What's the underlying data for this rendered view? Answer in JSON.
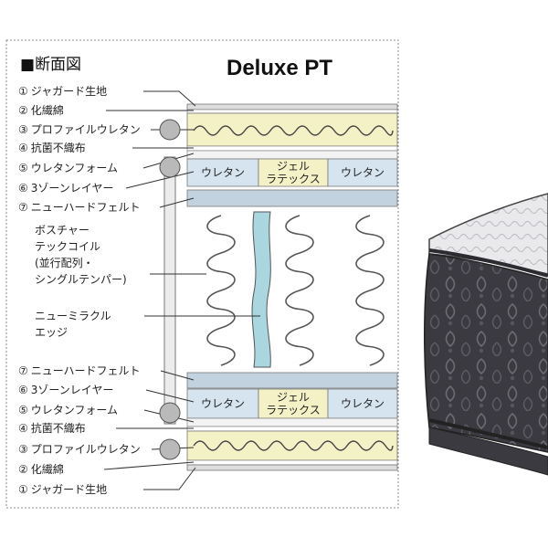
{
  "header": {
    "section_mark": "■",
    "section_title": "断面図",
    "model_name": "Deluxe PT"
  },
  "layers_top": [
    {
      "num": "①",
      "text": "ジャガード生地"
    },
    {
      "num": "②",
      "text": "化繊綿"
    },
    {
      "num": "③",
      "text": "プロファイルウレタン"
    },
    {
      "num": "④",
      "text": "抗菌不織布"
    },
    {
      "num": "⑤",
      "text": "ウレタンフォーム"
    },
    {
      "num": "⑥",
      "text": "3ゾーンレイヤー"
    },
    {
      "num": "⑦",
      "text": "ニューハードフェルト"
    }
  ],
  "layers_bottom": [
    {
      "num": "⑦",
      "text": "ニューハードフェルト"
    },
    {
      "num": "⑥",
      "text": "3ゾーンレイヤー"
    },
    {
      "num": "⑤",
      "text": "ウレタンフォーム"
    },
    {
      "num": "④",
      "text": "抗菌不織布"
    },
    {
      "num": "③",
      "text": "プロファイルウレタン"
    },
    {
      "num": "②",
      "text": "化繊綿"
    },
    {
      "num": "①",
      "text": "ジャガード生地"
    }
  ],
  "coil_label": [
    "ボスチャー",
    "テックコイル",
    "(並行配列・",
    "シングルテンパー)"
  ],
  "edge_label": [
    "ニューミラクル",
    "エッジ"
  ],
  "zone_layer": {
    "left": "ウレタン",
    "center": [
      "ジェル",
      "ラテックス"
    ],
    "right": "ウレタン"
  },
  "colors": {
    "profile_layer": "#f5f1c6",
    "zone_urethane": "#d6e4f0",
    "zone_gel": "#f5f1c6",
    "felt": "#c2d3df",
    "edge_support": "#a9d6df",
    "coil": "#555555",
    "fabric": "#3a3a40"
  },
  "icons": {
    "mattress_photo": "mattress-corner-photo",
    "pointer_bulb": "pointer-bulb-icon"
  }
}
